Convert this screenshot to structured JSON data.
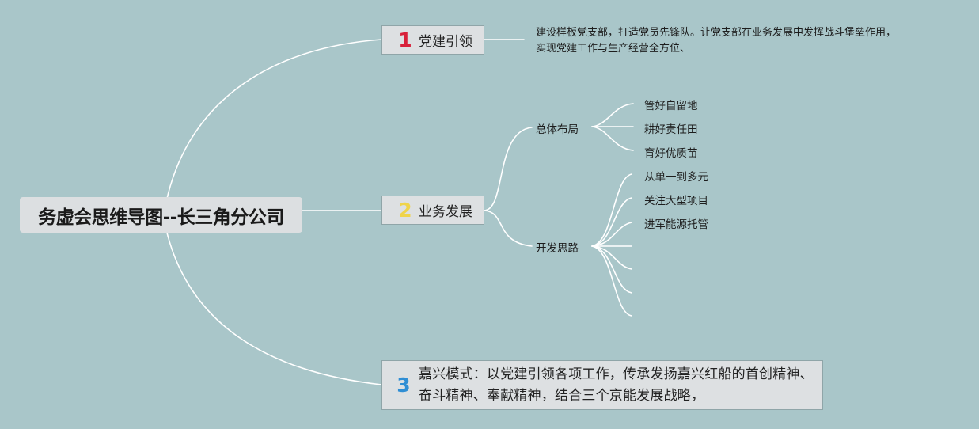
{
  "root": {
    "title": "务虚会思维导图--长三角分公司"
  },
  "topics": [
    {
      "number": "1",
      "label": "党建引领",
      "number_color": "#d8213a",
      "note_lines": [
        "建设样板党支部，打造党员先锋队。让党支部在业务发展中发挥战斗堡垒作用，",
        "实现党建工作与生产经营全方位、"
      ]
    },
    {
      "number": "2",
      "label": "业务发展",
      "number_color": "#efd44a",
      "subtopics": [
        {
          "label": "总体布局",
          "items": [
            "管好自留地",
            "耕好责任田",
            "育好优质苗"
          ]
        },
        {
          "label": "开发思路",
          "items": [
            "从单一到多元",
            "关注大型项目",
            "进军能源托管",
            "",
            "",
            "",
            ""
          ]
        }
      ]
    },
    {
      "number": "3",
      "label": "嘉兴模式：以党建引领各项工作，传承发扬嘉兴红船的首创精神、奋斗精神、奉献精神，结合三个京能发展战略，",
      "number_color": "#2f8ed4"
    }
  ],
  "colors": {
    "background": "#a9c6c9",
    "connector": "#ffffff",
    "node_fill": "#dde0e2"
  }
}
